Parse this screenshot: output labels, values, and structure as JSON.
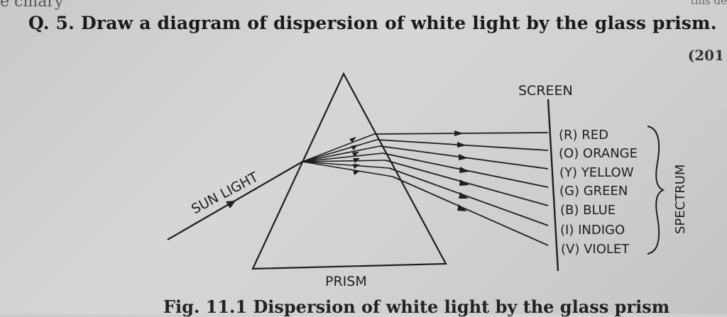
{
  "header_fragment": "e cmary",
  "corner_fragment": "this de",
  "question": "Q. 5. Draw a diagram of dispersion of white light by the glass prism.",
  "year_ref": "(201",
  "diagram": {
    "screen_label": "SCREEN",
    "sunlight_label": "SUN LIGHT",
    "prism_label": "PRISM",
    "spectrum_label": "SPECTRUM",
    "colors": [
      {
        "label": "(R) RED"
      },
      {
        "label": "(O) ORANGE"
      },
      {
        "label": "(Y) YELLOW"
      },
      {
        "label": "(G) GREEN"
      },
      {
        "label": "(B) BLUE"
      },
      {
        "label": "(I)  INDIGO"
      },
      {
        "label": "(V) VIOLET"
      }
    ]
  },
  "caption": "Fig. 11.1 Dispersion of white light by the glass prism"
}
